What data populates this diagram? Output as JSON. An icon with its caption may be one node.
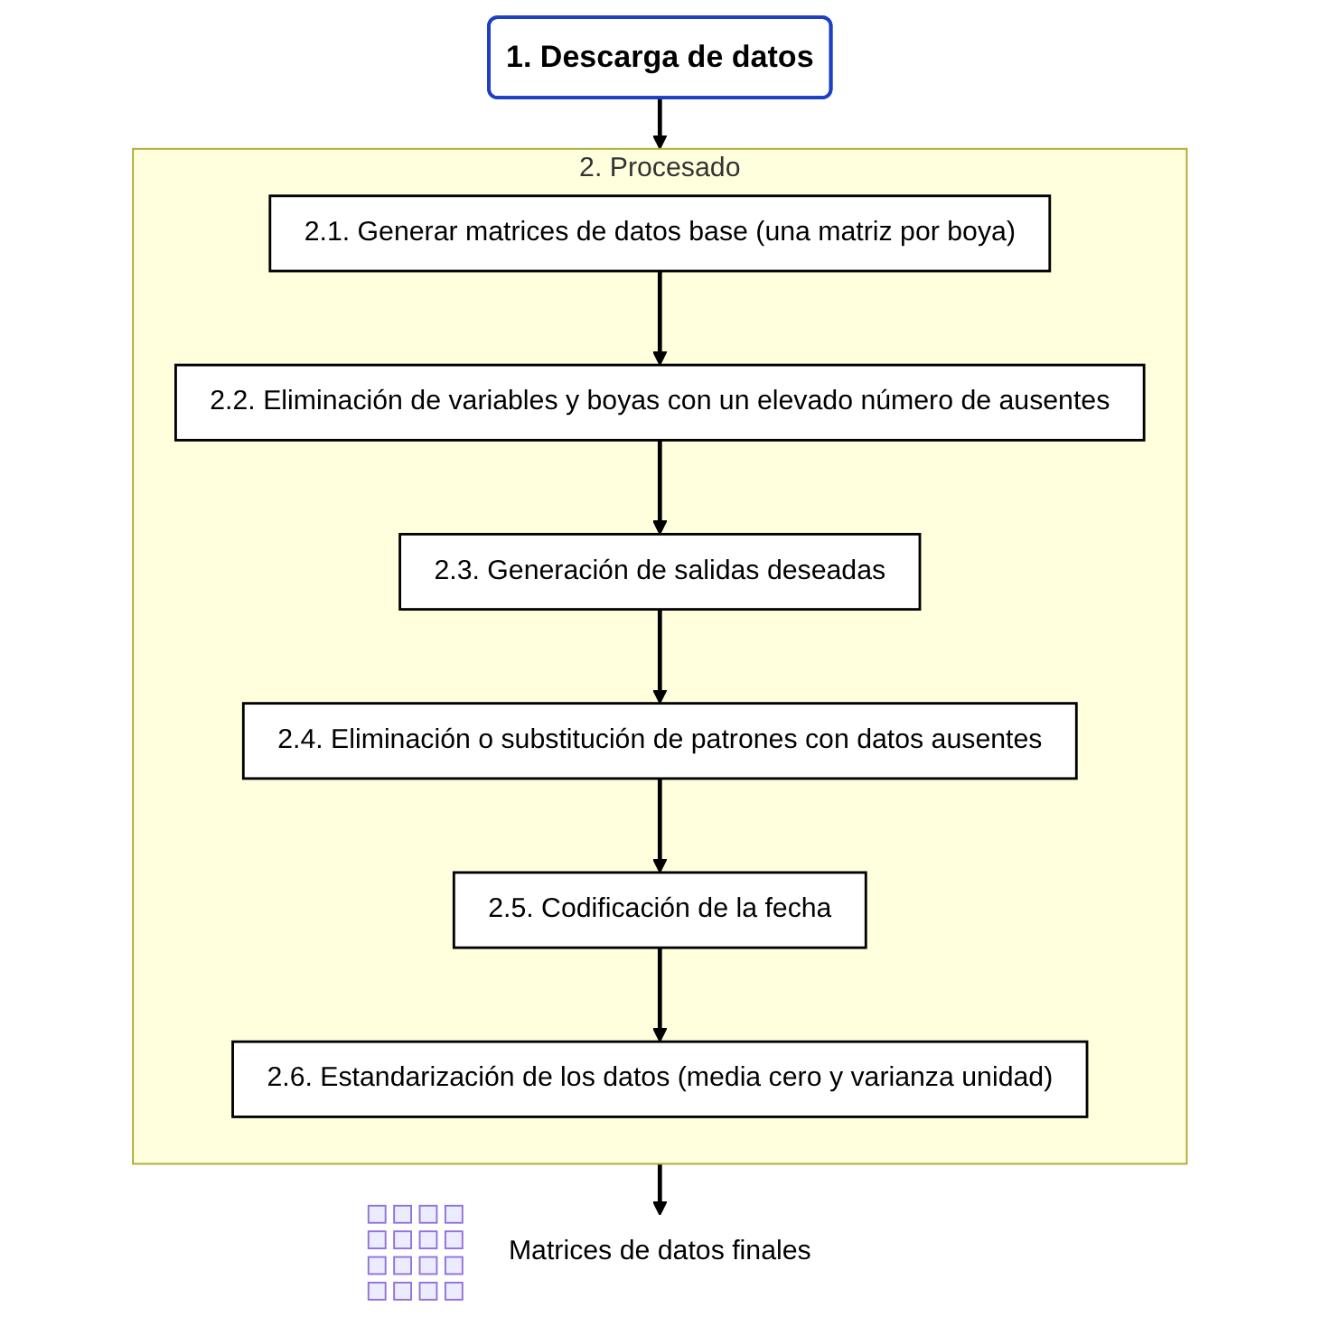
{
  "diagram": {
    "nodes": [
      {
        "text": [
          "1. Descarga de datos"
        ]
      },
      {
        "text": [
          "2. Procesado"
        ]
      },
      {
        "text": [
          "2.1. Generar matrices de datos base (una matriz por boya)"
        ],
        "in": 1
      },
      {
        "text": [
          "2.2. Eliminación de variables y boyas con un elevado número de ausentes"
        ],
        "in": 1
      },
      {
        "text": [
          "2.3. Generación de salidas deseadas"
        ],
        "in": 1
      },
      {
        "text": [
          "2.4. Eliminación o substitución de patrones con datos ausentes"
        ],
        "in": 1
      },
      {
        "text": [
          "2.5. Codificación de la fecha"
        ],
        "in": 1
      },
      {
        "text": [
          "2.6. Estandarización de los datos (media cero y varianza unidad)"
        ],
        "in": 1
      },
      {
        "text": [],
        "shape": "picture",
        "beside": [
          "Matrices de datos finales"
        ]
      }
    ],
    "edges": [
      {
        "from": 0,
        "to": 1,
        "arrow": "to"
      },
      {
        "from": 2,
        "to": 3,
        "arrow": "to"
      },
      {
        "from": 3,
        "to": 4,
        "arrow": "to"
      },
      {
        "from": 4,
        "to": 5,
        "arrow": "to"
      },
      {
        "from": 5,
        "to": 6,
        "arrow": "to"
      },
      {
        "from": 6,
        "to": 7,
        "arrow": "to"
      },
      {
        "from": 1,
        "to": 8,
        "arrow": "to"
      }
    ]
  }
}
